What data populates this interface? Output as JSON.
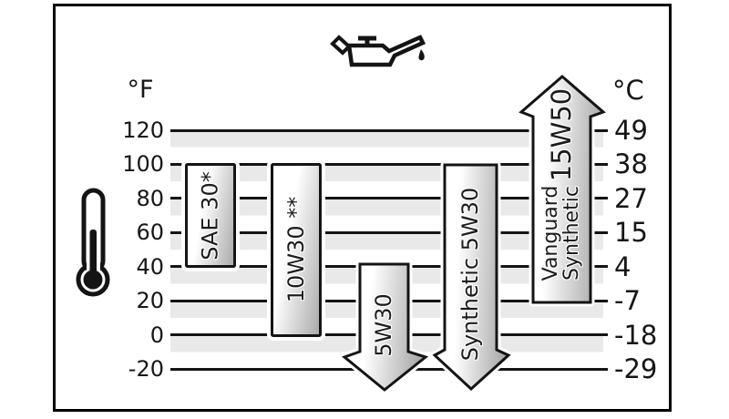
{
  "figure": {
    "icons": {
      "top": "oil-can-icon",
      "left": "thermometer-icon"
    }
  },
  "axes": {
    "f": {
      "unit": "°F",
      "ticks": [
        "120",
        "100",
        "80",
        "60",
        "40",
        "20",
        "0",
        "-20"
      ]
    },
    "c": {
      "unit": "°C",
      "ticks": [
        "49",
        "38",
        "27",
        "15",
        "4",
        "-7",
        "-18",
        "-29"
      ]
    }
  },
  "chart_data": {
    "type": "bar",
    "subtype": "temperature-range-viscosity-chart",
    "title": "",
    "left_axis_unit": "°F",
    "right_axis_unit": "°C",
    "f_ticks": [
      120,
      100,
      80,
      60,
      40,
      20,
      0,
      -20
    ],
    "c_ticks": [
      49,
      38,
      27,
      15,
      4,
      -7,
      -18,
      -29
    ],
    "ylim_f": [
      -20,
      120
    ],
    "grid": "horizontal lines every 20°F with alternating 10°F gray/white bands",
    "series": [
      {
        "label": "SAE 30*",
        "range_f": [
          40,
          100
        ],
        "shape": "box"
      },
      {
        "label": "10W30 **",
        "range_f": [
          0,
          100
        ],
        "shape": "box"
      },
      {
        "label": "5W30",
        "range_f": [
          -20,
          40
        ],
        "shape": "arrow-down",
        "note": "arrow extends below -20°F"
      },
      {
        "label": "Synthetic 5W30",
        "range_f": [
          -20,
          100
        ],
        "shape": "arrow-down",
        "note": "arrow extends below -20°F"
      },
      {
        "label": "Vanguard Synthetic 15W50",
        "label_line1": "Vanguard",
        "label_line2": "Synthetic",
        "grade": "15W50",
        "range_f": [
          20,
          120
        ],
        "shape": "arrow-up",
        "note": "arrow extends above 120°F"
      }
    ]
  },
  "colors": {
    "stripe": "#e9e9e9",
    "line": "#141414",
    "bar_fill_light": "#ffffff",
    "bar_fill_dark": "#ababab",
    "background": "#ffffff"
  }
}
